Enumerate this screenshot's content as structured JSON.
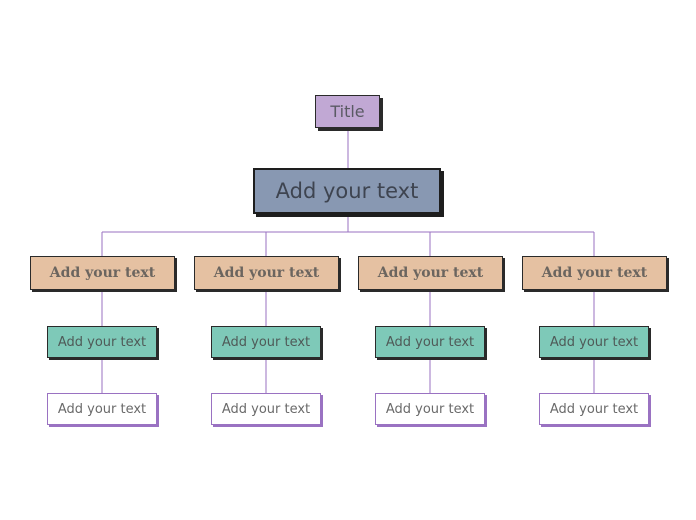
{
  "diagram": {
    "title": "Title",
    "main": "Add your text",
    "branches": [
      {
        "level1": "Add your text",
        "level2": "Add your text",
        "level3": "Add your text"
      },
      {
        "level1": "Add your text",
        "level2": "Add your text",
        "level3": "Add your text"
      },
      {
        "level1": "Add your text",
        "level2": "Add your text",
        "level3": "Add your text"
      },
      {
        "level1": "Add your text",
        "level2": "Add your text",
        "level3": "Add your text"
      }
    ]
  },
  "colors": {
    "title_fill": "#c1a8d4",
    "main_fill": "#8898b2",
    "level1_fill": "#e5c1a2",
    "level2_fill": "#7ec9b8",
    "level3_border": "#9a72c2",
    "connector": "#9a72c2"
  }
}
